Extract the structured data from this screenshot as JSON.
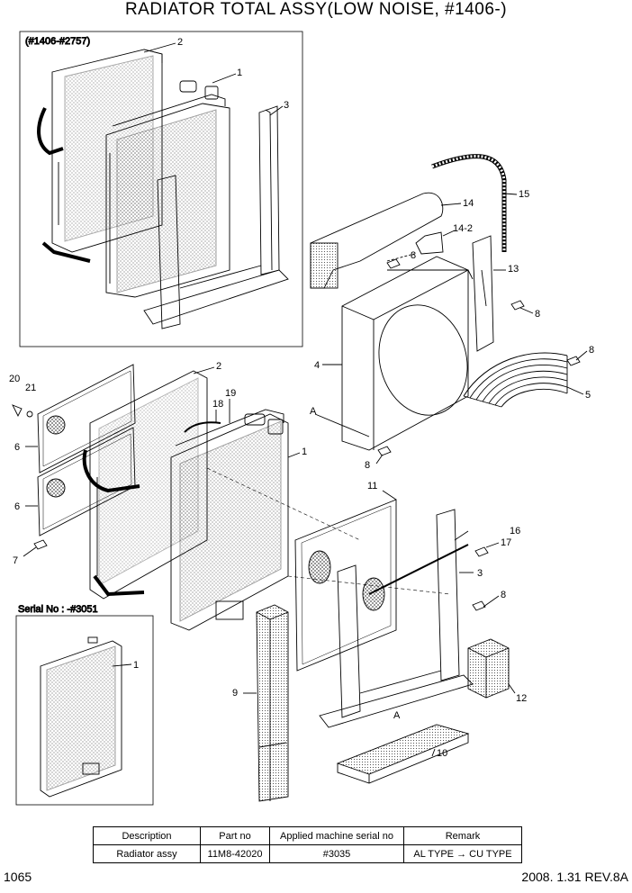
{
  "title": "RADIATOR TOTAL ASSY(LOW NOISE, #1406-)",
  "inset_top": {
    "caption": "(#1406-#2757)",
    "callouts": [
      "2",
      "1",
      "3"
    ]
  },
  "inset_bottom": {
    "caption": "Serial No : -#3051",
    "callouts": [
      "1"
    ]
  },
  "callouts": [
    "14",
    "15",
    "14-2",
    "8",
    "13",
    "8",
    "8",
    "4",
    "5",
    "A",
    "8",
    "20",
    "21",
    "2",
    "18",
    "19",
    "1",
    "6",
    "6",
    "7",
    "11",
    "16",
    "17",
    "3",
    "8",
    "9",
    "A",
    "12",
    "10"
  ],
  "table": {
    "headers": [
      "Description",
      "Part no",
      "Applied machine serial no",
      "Remark"
    ],
    "rows": [
      [
        "Radiator assy",
        "11M8-42020",
        "#3035",
        "AL TYPE → CU TYPE"
      ]
    ]
  },
  "footer": {
    "page": "1065",
    "revision": "2008. 1.31  REV.8A"
  }
}
